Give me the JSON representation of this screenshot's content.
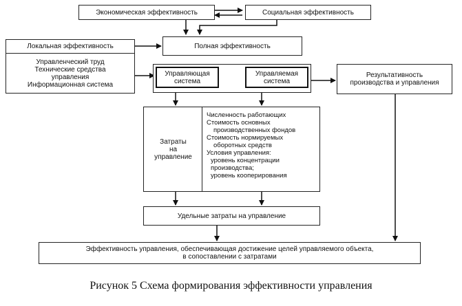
{
  "boxes": {
    "economic": "Экономическая эффективность",
    "social": "Социальная эффективность",
    "local": "Локальная эффективность",
    "full": "Полная эффективность",
    "resources": [
      "Управленческий труд",
      "Технические средства",
      "управления",
      "Информационная система"
    ],
    "managing": [
      "Управляющая",
      "система"
    ],
    "managed": [
      "Управляемая",
      "система"
    ],
    "result": [
      "Результативность",
      "производства и управления"
    ],
    "costs": [
      "Затраты",
      "на",
      "управление"
    ],
    "factors": [
      "Численность работающих",
      "Стоимость основных",
      "производственных фондов",
      "Стоимость нормируемых",
      "оборотных средств",
      "Условия управления:",
      "уровень концентрации",
      "производства;",
      "уровень кооперирования"
    ],
    "unit_costs": "Удельные затраты на управление",
    "final": [
      "Эффективность управления, обеспечивающая достижение целей управляемого объекта,",
      "в сопоставлении с затратами"
    ]
  },
  "caption": "Рисунок 5 Схема формирования эффективности управления"
}
